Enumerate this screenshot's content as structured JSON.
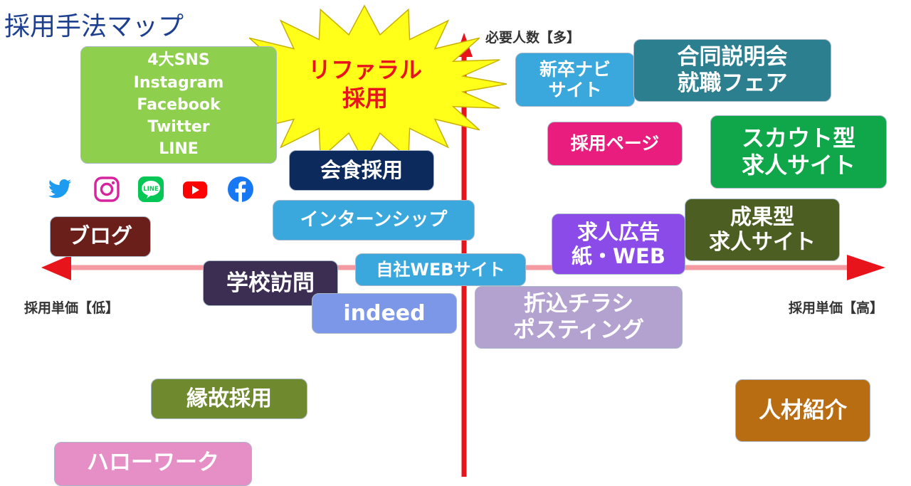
{
  "title": "採用手法マップ",
  "axes": {
    "y_top": "必要人数【多】",
    "x_left": "採用単価【低】",
    "x_right": "採用単価【高】",
    "axis_color": "#e8141c",
    "horizontal_axis_color": "#f59aa0"
  },
  "burst": {
    "line1": "リファラル",
    "line2": "採用",
    "fill": "#ffff1a",
    "text_color": "#e8141c"
  },
  "items": {
    "sns": {
      "lines": [
        "4大SNS",
        "Instagram",
        "Facebook",
        "Twitter",
        "LINE"
      ],
      "color": "#8fcf4e"
    },
    "kaishoku": {
      "label": "会食採用",
      "color": "#0d2a5c"
    },
    "internship": {
      "label": "インターンシップ",
      "color": "#3aa8dd"
    },
    "blog": {
      "label": "ブログ",
      "color": "#6b1f1a"
    },
    "gakko": {
      "label": "学校訪問",
      "color": "#3b2e52"
    },
    "jisha_web": {
      "label": "自社WEBサイト",
      "color": "#3aa8dd"
    },
    "indeed": {
      "label": "indeed",
      "color": "#7d97e8"
    },
    "enko": {
      "label": "縁故採用",
      "color": "#6f8a2e"
    },
    "hello_work": {
      "label": "ハローワーク",
      "color": "#e68fc6"
    },
    "shinsotsu": {
      "lines": [
        "新卒ナビ",
        "サイト"
      ],
      "color": "#3aa8dd"
    },
    "godo": {
      "lines": [
        "合同説明会",
        "就職フェア"
      ],
      "color": "#2c7f8f"
    },
    "saiyo_page": {
      "label": "採用ページ",
      "color": "#e81d7d"
    },
    "scout": {
      "lines": [
        "スカウト型",
        "求人サイト"
      ],
      "color": "#10a64a"
    },
    "seika": {
      "lines": [
        "成果型",
        "求人サイト"
      ],
      "color": "#4c5e22"
    },
    "kyujin_koukoku": {
      "lines": [
        "求人広告",
        "紙・WEB"
      ],
      "color": "#8b4be8"
    },
    "orikomi": {
      "lines": [
        "折込チラシ",
        "ポスティング"
      ],
      "color": "#b3a2cf"
    },
    "jinzai": {
      "label": "人材紹介",
      "color": "#b86d12"
    }
  },
  "social_icons": [
    {
      "name": "twitter-icon",
      "color": "#1d9bf0"
    },
    {
      "name": "instagram-icon",
      "color": "#d6249f"
    },
    {
      "name": "line-icon",
      "color": "#06c755",
      "text": "LINE"
    },
    {
      "name": "youtube-icon",
      "color": "#ff0000"
    },
    {
      "name": "facebook-icon",
      "color": "#1877f2"
    }
  ]
}
